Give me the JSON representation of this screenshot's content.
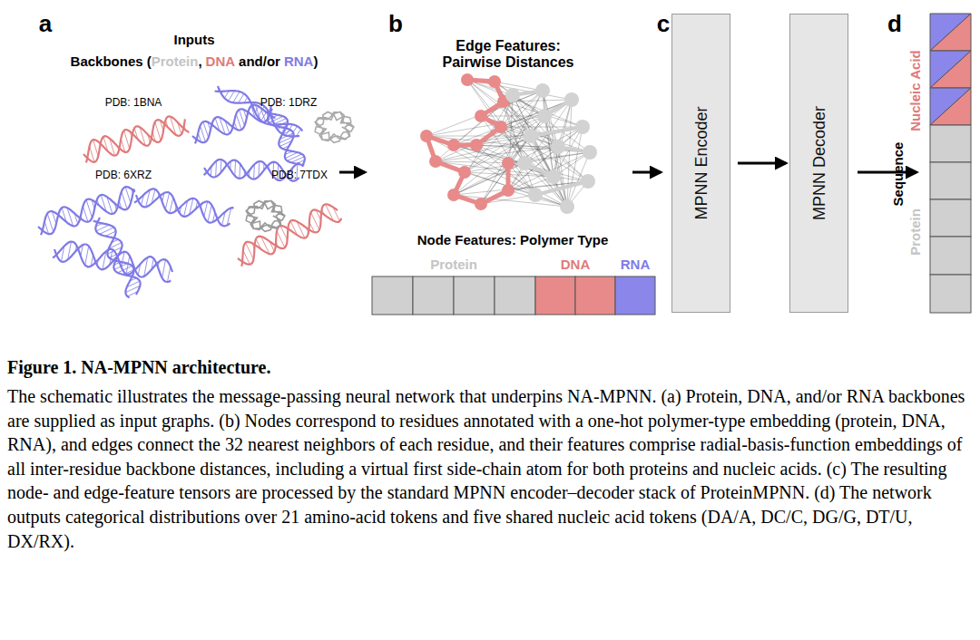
{
  "diagram": {
    "title": "Figure 1. NA-MPNN architecture.",
    "caption": "The schematic illustrates the message-passing neural network that underpins NA-MPNN. (a) Protein, DNA, and/or RNA backbones are supplied as input graphs. (b) Nodes correspond to residues annotated with a one-hot polymer-type embedding (protein, DNA, RNA), and edges connect the 32 nearest neighbors of each residue, and their features comprise radial-basis-function embeddings of all inter-residue backbone distances, including a virtual first side-chain atom for both proteins and nucleic acids. (c) The resulting node- and edge-feature tensors are processed by the standard MPNN encoder–decoder stack of ProteinMPNN. (d) The network outputs categorical distributions over 21 amino-acid tokens and five shared nucleic acid tokens (DA/A, DC/C, DG/G, DT/U, DX/RX).",
    "nodes": [
      {
        "text": [
          "MPNN Encoder"
        ]
      },
      {
        "text": [
          "MPNN Decoder"
        ]
      }
    ],
    "edges": [
      {
        "from": 0,
        "to": 1,
        "arrow": "to"
      }
    ],
    "labels": [
      "a",
      "b",
      "c",
      "d",
      "Inputs",
      "Backbones (",
      "Protein",
      ",",
      "DNA",
      "and/or",
      "RNA",
      ")",
      "PDB: 1BNA",
      "PDB: 1DRZ",
      "PDB: 6XRZ",
      "PDB: 7TDX",
      "Edge Features: Pairwise Distances",
      "Node Features: Polymer Type",
      "Protein",
      "DNA",
      "RNA",
      "Sequence",
      "Nucleic Acid",
      "Protein"
    ]
  }
}
